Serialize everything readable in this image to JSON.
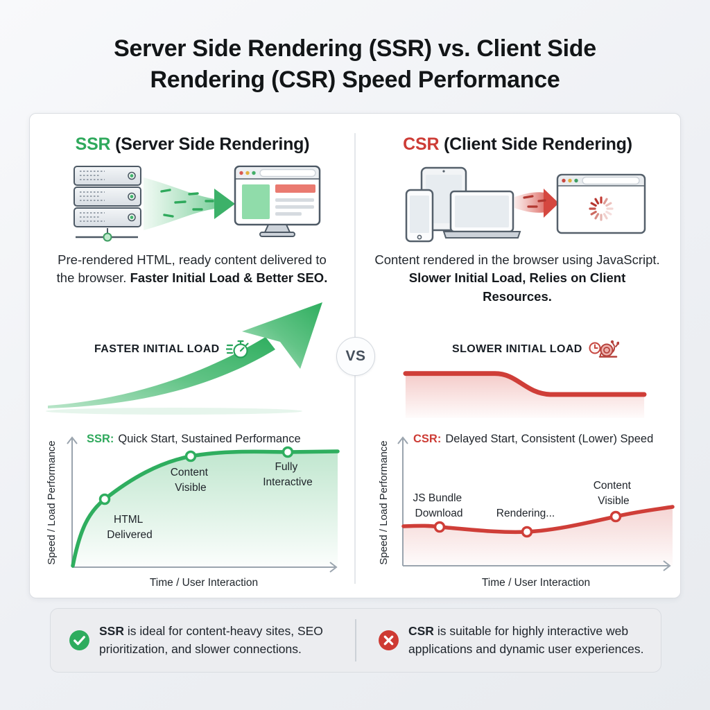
{
  "title": {
    "lines": [
      "Server Side Rendering (SSR) vs. Client Side",
      "Rendering (CSR) Speed Performance"
    ]
  },
  "vs_label": "VS",
  "ssr": {
    "heading_abbr": "SSR",
    "heading_rest": " (Server Side Rendering)",
    "description_normal": "Pre-rendered HTML, ready content delivered to the browser. ",
    "description_bold": "Faster Initial Load & Better SEO.",
    "badge_label": "FASTER INITIAL LOAD",
    "badge_icon": "stopwatch-icon",
    "trend_graphic": "rising-swoosh-arrow"
  },
  "csr": {
    "heading_abbr": "CSR",
    "heading_rest": " (Client Side Rendering)",
    "description_normal": "Content rendered in the browser using JavaScript. ",
    "description_bold": "Slower Initial Load, Relies on Client Resources.",
    "badge_label": "SLOWER INITIAL LOAD",
    "badge_icon": "snail-clock-icon",
    "trend_graphic": "step-down-line"
  },
  "footer": {
    "ssr_lead": "SSR",
    "ssr_text": " is ideal for content-heavy sites, SEO prioritization, and slower connections.",
    "csr_lead": "CSR",
    "csr_text": " is suitable for highly interactive web applications and dynamic user experiences."
  },
  "colors": {
    "ssr_green": "#2fa95c",
    "csr_red": "#cd3c36",
    "ink": "#15191e",
    "panel_bg": "#ecedf0",
    "card_border": "#dadde2"
  },
  "chart_data": [
    {
      "id": "ssr-performance",
      "type": "line",
      "title_lead": "SSR:",
      "title_rest": "Quick Start, Sustained Performance",
      "xlabel": "Time / User Interaction",
      "ylabel": "Speed / Load Performance",
      "color": "#2fa95c",
      "area_fill": true,
      "axes": "qualitative, no tick labels, arrowed axes",
      "samples": {
        "x": [
          0,
          1.5,
          3,
          4.5,
          6,
          8,
          10
        ],
        "y": [
          0,
          55,
          78,
          88,
          91,
          92,
          93
        ]
      },
      "points": [
        {
          "label": "HTML Delivered",
          "lines": [
            "HTML",
            "Delivered"
          ],
          "x": 1.5,
          "y": 55
        },
        {
          "label": "Content Visible",
          "lines": [
            "Content",
            "Visible"
          ],
          "x": 4.5,
          "y": 88
        },
        {
          "label": "Fully Interactive",
          "lines": [
            "Fully",
            "Interactive"
          ],
          "x": 8,
          "y": 92
        }
      ]
    },
    {
      "id": "csr-performance",
      "type": "line",
      "title_lead": "CSR:",
      "title_rest": "Delayed Start, Consistent (Lower) Speed",
      "xlabel": "Time / User Interaction",
      "ylabel": "Speed / Load Performance",
      "color": "#cd3c36",
      "area_fill": true,
      "axes": "qualitative, no tick labels, arrowed axes",
      "samples": {
        "x": [
          0,
          1.5,
          3,
          4.7,
          6.5,
          8,
          10
        ],
        "y": [
          31,
          30,
          28,
          26,
          30,
          38,
          45
        ]
      },
      "points": [
        {
          "label": "JS Bundle Download",
          "lines": [
            "JS Bundle",
            "Download"
          ],
          "x": 1.5,
          "y": 30
        },
        {
          "label": "Rendering...",
          "lines": [
            "Rendering..."
          ],
          "x": 4.7,
          "y": 26
        },
        {
          "label": "Content Visible",
          "lines": [
            "Content",
            "Visible"
          ],
          "x": 8,
          "y": 38
        }
      ]
    }
  ]
}
